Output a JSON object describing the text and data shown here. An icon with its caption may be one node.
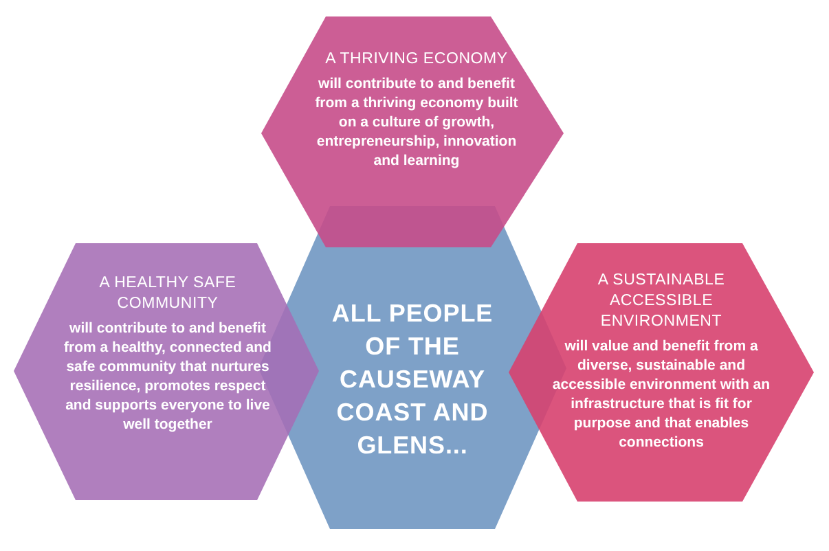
{
  "diagram": {
    "nodes": [
      {
        "text": [
          "A THRIVING ECONOMY",
          "will contribute to and benefit from a thriving economy built on a culture of growth, entrepreneurship, innovation and learning"
        ]
      },
      {
        "text": [
          "A HEALTHY SAFE COMMUNITY",
          "will contribute to and benefit from a healthy, connected and safe community that nurtures resilience, promotes respect and supports everyone to live well together"
        ]
      },
      {
        "text": [
          "ALL PEOPLE OF THE CAUSEWAY COAST AND GLENS..."
        ]
      },
      {
        "text": [
          "A SUSTAINABLE ACCESSIBLE ENVIRONMENT",
          "will value and benefit from a diverse, sustainable and accessible environment with an infrastructure that is fit for purpose and that enables connections"
        ]
      }
    ]
  }
}
